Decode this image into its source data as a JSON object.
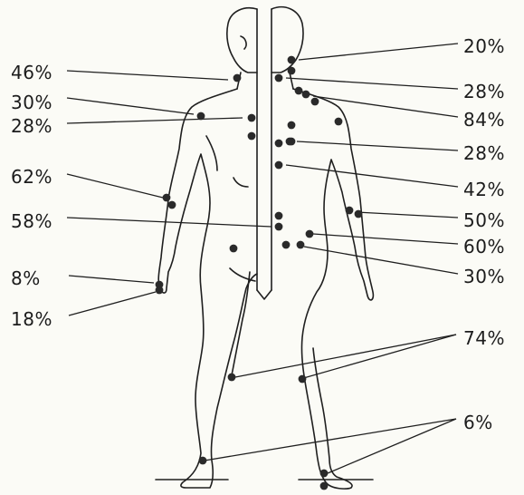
{
  "diagram": {
    "ink_color": "#1f1f1f",
    "paper_color": "#fbfbf6",
    "left_labels": [
      {
        "text": "46%"
      },
      {
        "text": "30%"
      },
      {
        "text": "28%"
      },
      {
        "text": "62%"
      },
      {
        "text": "58%"
      },
      {
        "text": "8%"
      },
      {
        "text": "18%"
      }
    ],
    "right_labels": [
      {
        "text": "20%"
      },
      {
        "text": "28%"
      },
      {
        "text": "84%"
      },
      {
        "text": "28%"
      },
      {
        "text": "42%"
      },
      {
        "text": "50%"
      },
      {
        "text": "60%"
      },
      {
        "text": "30%"
      },
      {
        "text": "74%"
      },
      {
        "text": "6%"
      }
    ]
  }
}
